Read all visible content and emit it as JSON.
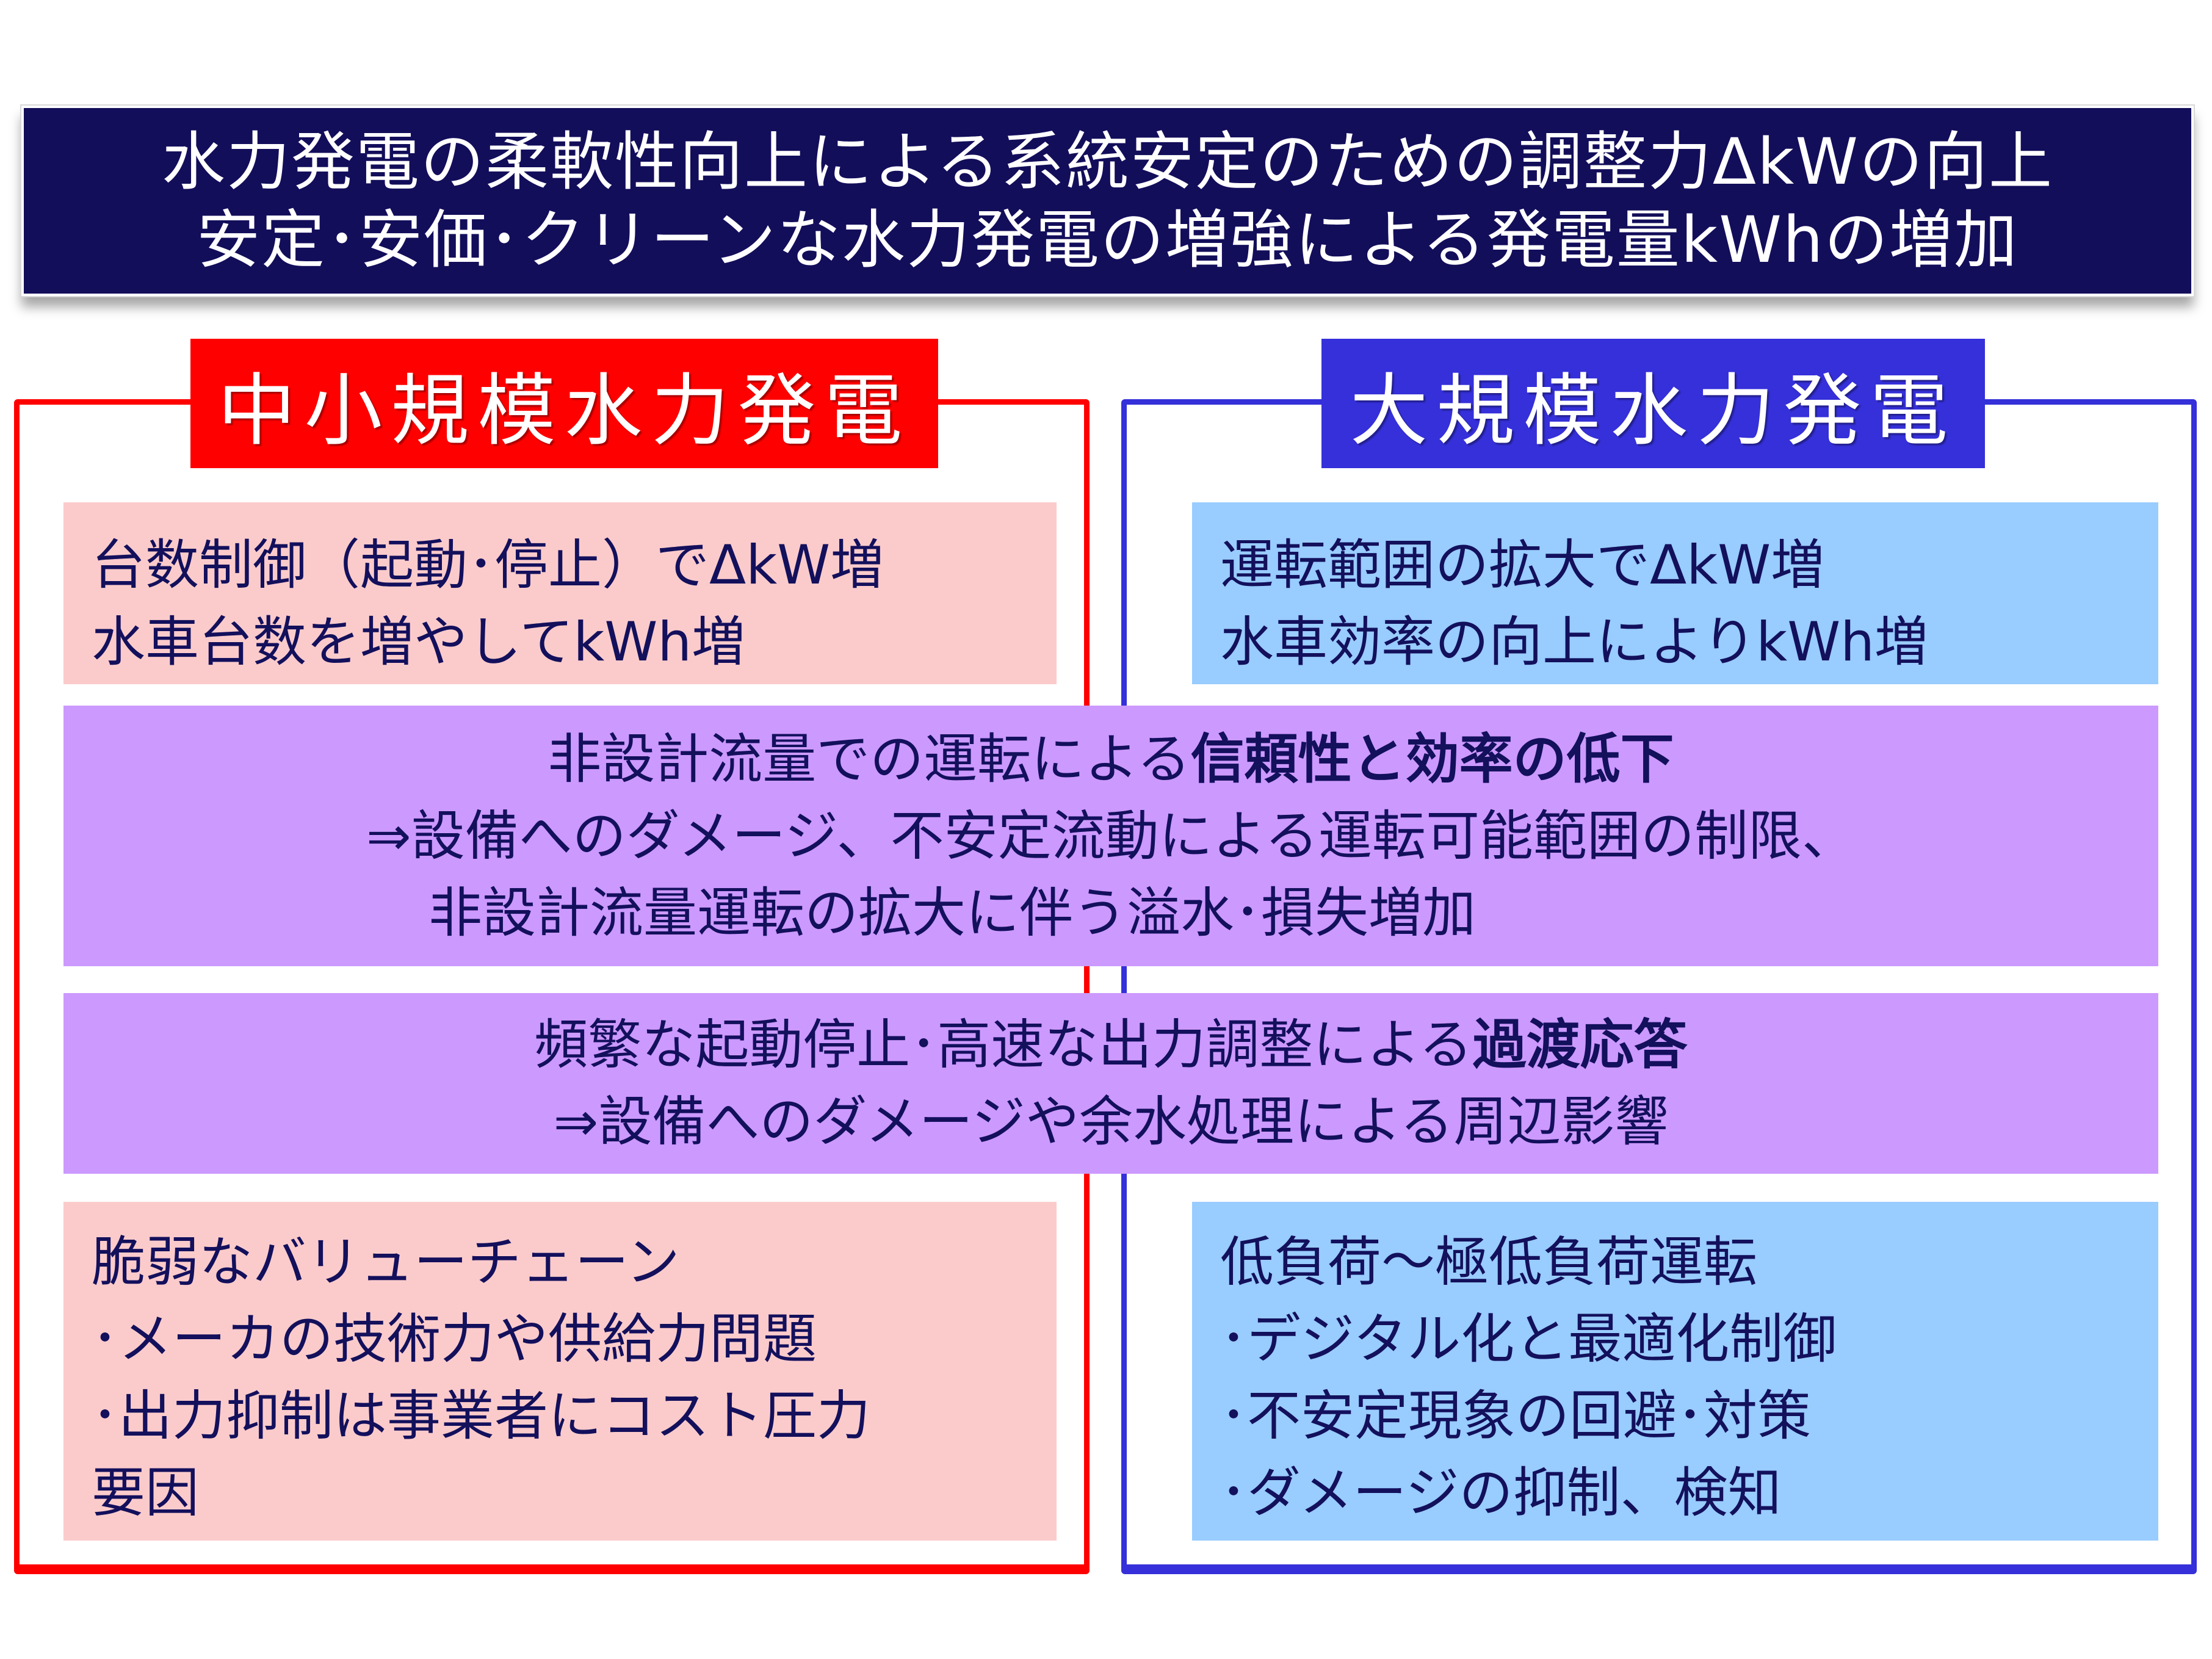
{
  "header": {
    "line1": "水力発電の柔軟性向上による系統安定のための調整力ΔkWの向上",
    "line2": "安定･安価･クリーンな水力発電の増強による発電量kWhの増加",
    "background_color": "#130e5a"
  },
  "left_column": {
    "title": "中小規模水力発電",
    "accent_color": "#ff0000",
    "top_box": {
      "lines": [
        "台数制御（起動･停止）でΔkW増",
        "水車台数を増やしてkWh増"
      ],
      "background_color": "#fbcbcb"
    },
    "bottom_box": {
      "lines": [
        "脆弱なバリューチェーン",
        "･メーカの技術力や供給力問題",
        "･出力抑制は事業者にコスト圧力",
        "要因"
      ],
      "background_color": "#fbcbcb"
    }
  },
  "right_column": {
    "title": "大規模水力発電",
    "accent_color": "#3530d9",
    "top_box": {
      "lines": [
        "運転範囲の拡大でΔkW増",
        "水車効率の向上によりkWh増"
      ],
      "background_color": "#99ccff"
    },
    "bottom_box": {
      "lines": [
        "低負荷～極低負荷運転",
        "･デジタル化と最適化制御",
        "･不安定現象の回避･対策",
        "･ダメージの抑制、検知"
      ],
      "background_color": "#99ccff"
    }
  },
  "shared_issues": [
    {
      "line1_normal": "非設計流量での運転による",
      "line1_bold": "信頼性と効率の低下",
      "line2": "⇒設備へのダメージ、不安定流動による運転可能範囲の制限、",
      "line3": "非設計流量運転の拡大に伴う溢水･損失増加",
      "background_color": "#cc99ff"
    },
    {
      "line1_normal": "頻繁な起動停止･高速な出力調整による",
      "line1_bold": "過渡応答",
      "line2": "⇒設備へのダメージや余水処理による周辺影響",
      "background_color": "#cc99ff"
    }
  ]
}
